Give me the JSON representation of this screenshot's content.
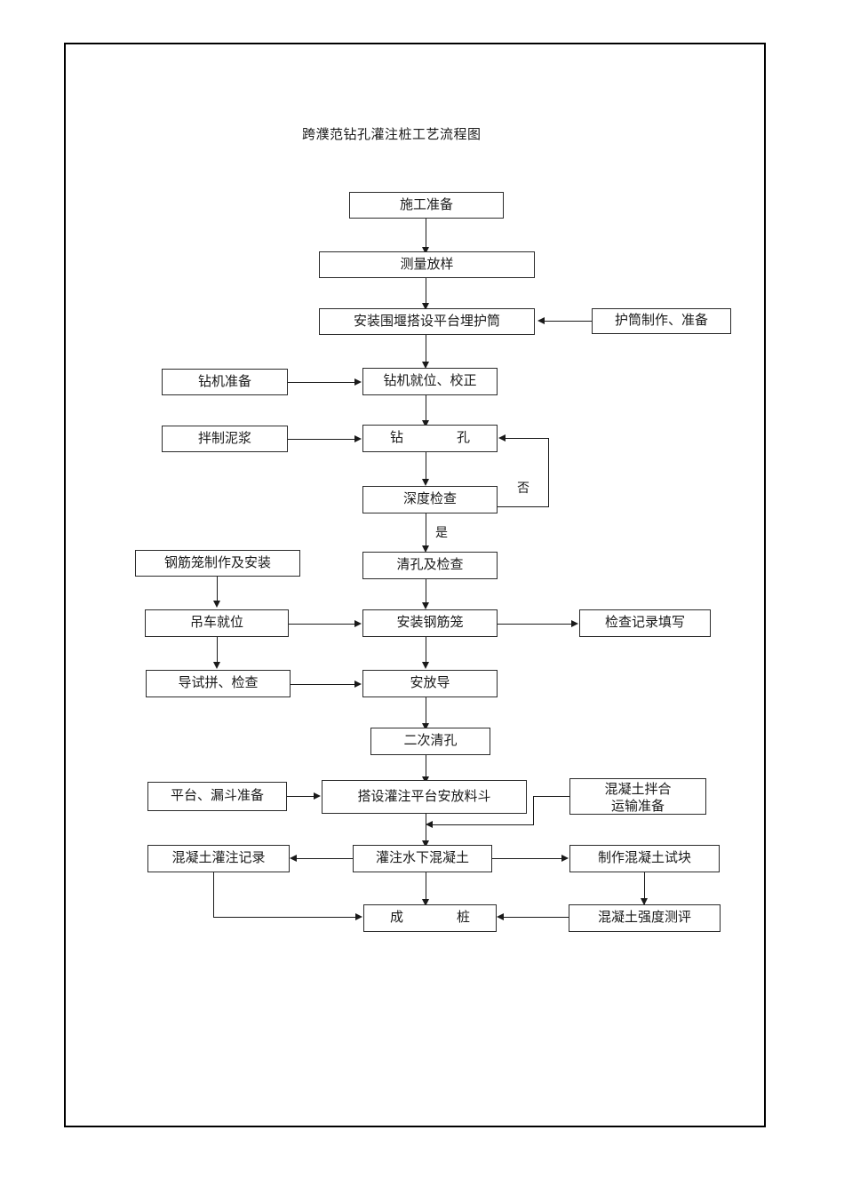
{
  "document": {
    "title": "跨濮范钻孔灌注桩工艺流程图"
  },
  "nodes": {
    "construction_preparation": "施工准备",
    "survey_setting_out": "测量放样",
    "install_cofferdam_platform_casing": "安装围堰搭设平台埋护筒",
    "casing_fabrication_preparation": "护筒制作、准备",
    "drill_rig_preparation": "钻机准备",
    "drill_rig_positioning_alignment": "钻机就位、校正",
    "mud_mixing": "拌制泥浆",
    "drilling": "钻　　孔",
    "depth_inspection": "深度检查",
    "hole_cleaning_inspection": "清孔及检查",
    "rebar_cage_fabrication_installation": "钢筋笼制作及安装",
    "crane_positioning": "吊车就位",
    "install_rebar_cage": "安装钢筋笼",
    "inspection_record_filling": "检查记录填写",
    "trial_assembly_inspection": "导试拼、检查",
    "place_tremie": "安放导",
    "second_hole_cleaning": "二次清孔",
    "platform_hopper_preparation": "平台、漏斗准备",
    "erect_pouring_platform_hopper": "搭设灌注平台安放料斗",
    "concrete_mixing_transport_prep_line1": "混凝土拌合",
    "concrete_mixing_transport_prep_line2": "运输准备",
    "concrete_pouring_record": "混凝土灌注记录",
    "pour_underwater_concrete": "灌注水下混凝土",
    "make_concrete_test_blocks": "制作混凝土试块",
    "completed_pile": "成　　桩",
    "concrete_strength_evaluation": "混凝土强度测评"
  },
  "edge_labels": {
    "no": "否",
    "yes": "是"
  },
  "colors": {
    "line": "#1a1a1a",
    "box_border": "#2a2a2a",
    "background": "#ffffff",
    "frame": "#000000"
  }
}
